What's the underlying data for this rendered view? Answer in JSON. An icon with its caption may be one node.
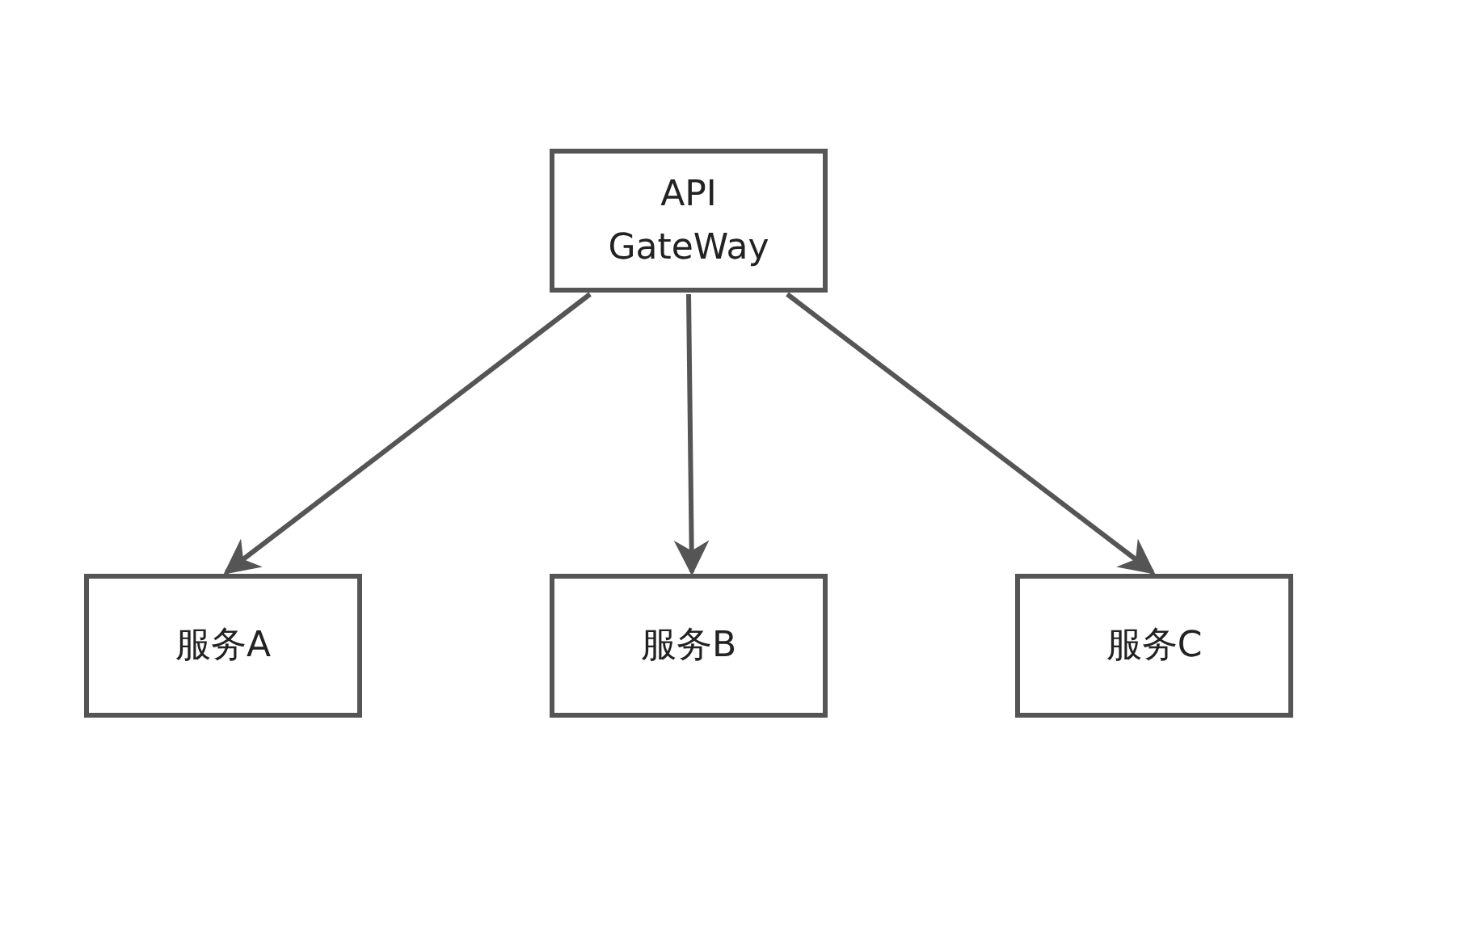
{
  "diagram": {
    "nodes": [
      {
        "text": [
          "API GateWay"
        ]
      },
      {
        "text": [
          "服务A"
        ]
      },
      {
        "text": [
          "服务B"
        ]
      },
      {
        "text": [
          "服务C"
        ]
      }
    ],
    "edges": [
      {
        "from": 0,
        "to": 1,
        "arrow": "to"
      },
      {
        "from": 0,
        "to": 2,
        "arrow": "to"
      },
      {
        "from": 0,
        "to": 3,
        "arrow": "to"
      }
    ]
  }
}
